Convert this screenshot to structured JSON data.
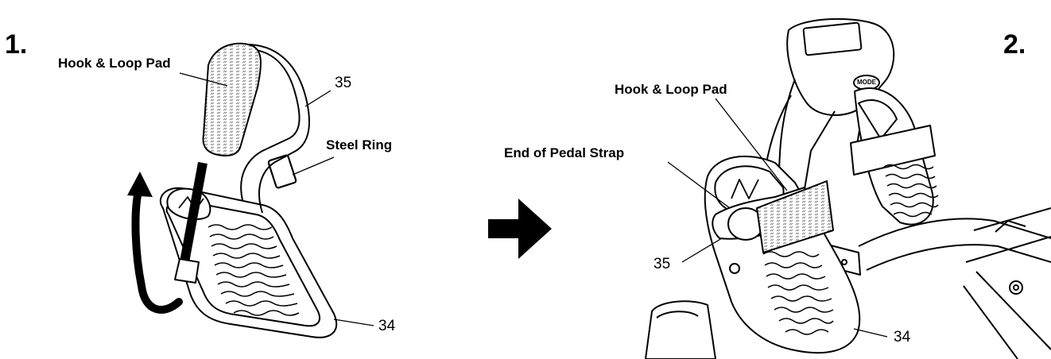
{
  "panel1": {
    "step": "1.",
    "labels": {
      "hook_loop_pad": "Hook & Loop Pad",
      "steel_ring": "Steel Ring",
      "part_35": "35",
      "part_34": "34"
    }
  },
  "panel2": {
    "step": "2.",
    "labels": {
      "hook_loop_pad": "Hook & Loop Pad",
      "end_of_pedal_strap": "End of Pedal Strap",
      "part_35": "35",
      "part_34": "34"
    },
    "console_button": "MODE"
  },
  "arrow_icon": "right-arrow-icon",
  "colors": {
    "ink": "#000000",
    "paper": "#ffffff"
  }
}
